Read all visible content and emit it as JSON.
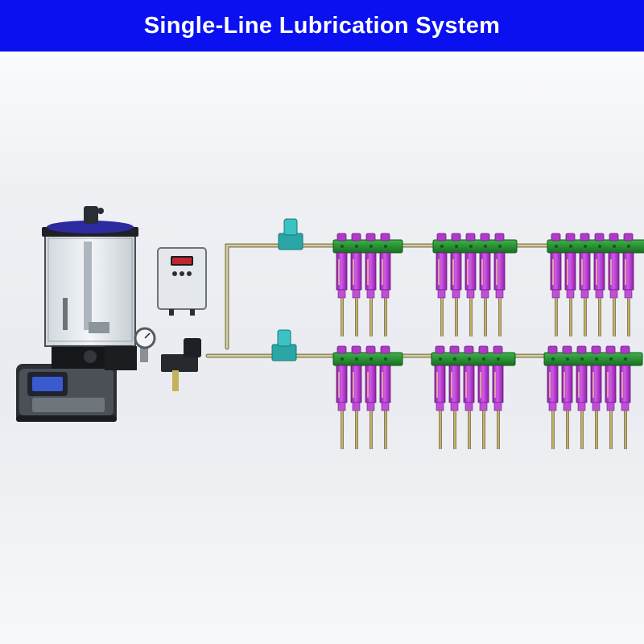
{
  "header": {
    "title": "Single-Line Lubrication System",
    "background_color": "#0a10f0",
    "text_color": "#ffffff"
  },
  "colors": {
    "manifold": "#1e8a2e",
    "injector": "#b03ac8",
    "valve": "#2aa6a6",
    "pipe": "#c9c28a"
  },
  "components": {
    "pump": {
      "icon": "grease-pump-reservoir-icon"
    },
    "controller": {
      "icon": "control-box-icon"
    },
    "pressure_gauge": {
      "icon": "pressure-gauge-icon"
    },
    "vent_valves": {
      "icon": "vent-valve-icon",
      "count": 2
    },
    "injector_banks": [
      {
        "line": "upper",
        "injectors": 4
      },
      {
        "line": "upper",
        "injectors": 5
      },
      {
        "line": "upper",
        "injectors": 6
      },
      {
        "line": "lower",
        "injectors": 4
      },
      {
        "line": "lower",
        "injectors": 5
      },
      {
        "line": "lower",
        "injectors": 6
      }
    ]
  }
}
